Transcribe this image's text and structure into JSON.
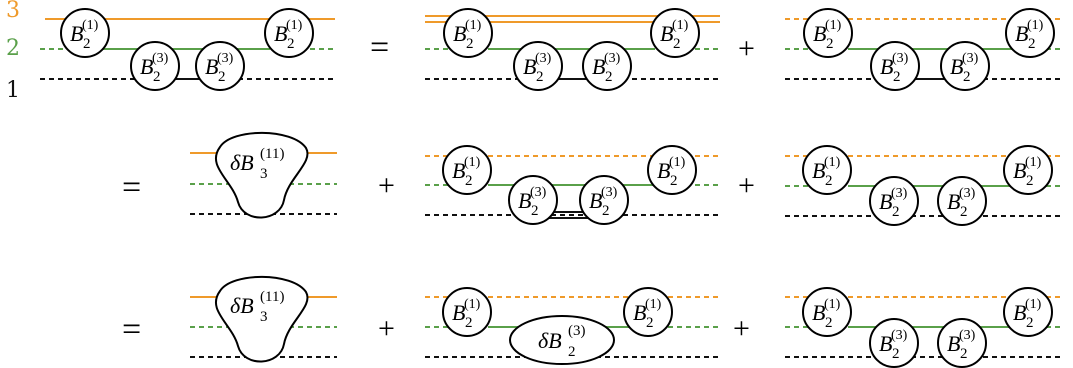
{
  "level_labels": [
    "3",
    "2",
    "1"
  ],
  "symbols": {
    "equals": "=",
    "plus": "+",
    "B_base": "B",
    "B_sub": "2",
    "sup_1": "(1)",
    "sup_3": "(3)",
    "delta": "δ",
    "dB3_sub": "3",
    "dB3_sup": "(11)"
  },
  "colors": {
    "level_3": "#ef9a2a",
    "level_2": "#5aa04a",
    "level_1": "#111111",
    "ink": "#000000"
  }
}
